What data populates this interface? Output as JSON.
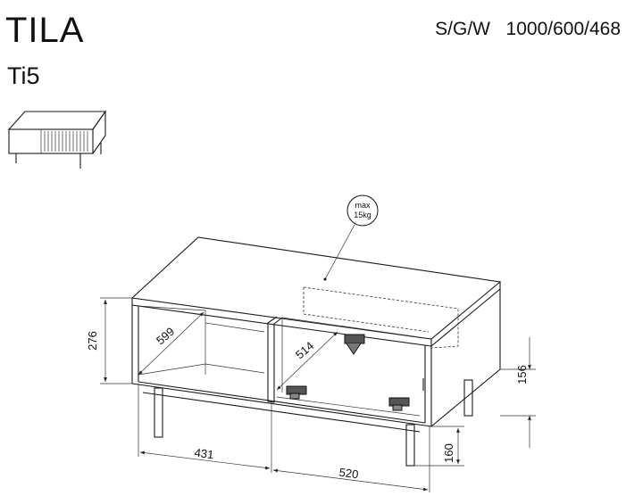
{
  "header": {
    "name": "TILA",
    "code": "Ti5",
    "dims_label": "S/G/W",
    "dims_value": "1000/600/468"
  },
  "load": {
    "line1": "max",
    "line2": "15kg"
  },
  "dimensions": {
    "height_left": "276",
    "depth_left": "599",
    "depth_right": "514",
    "front_right": "156",
    "leg_height": "160",
    "width_left": "431",
    "width_right": "520"
  }
}
